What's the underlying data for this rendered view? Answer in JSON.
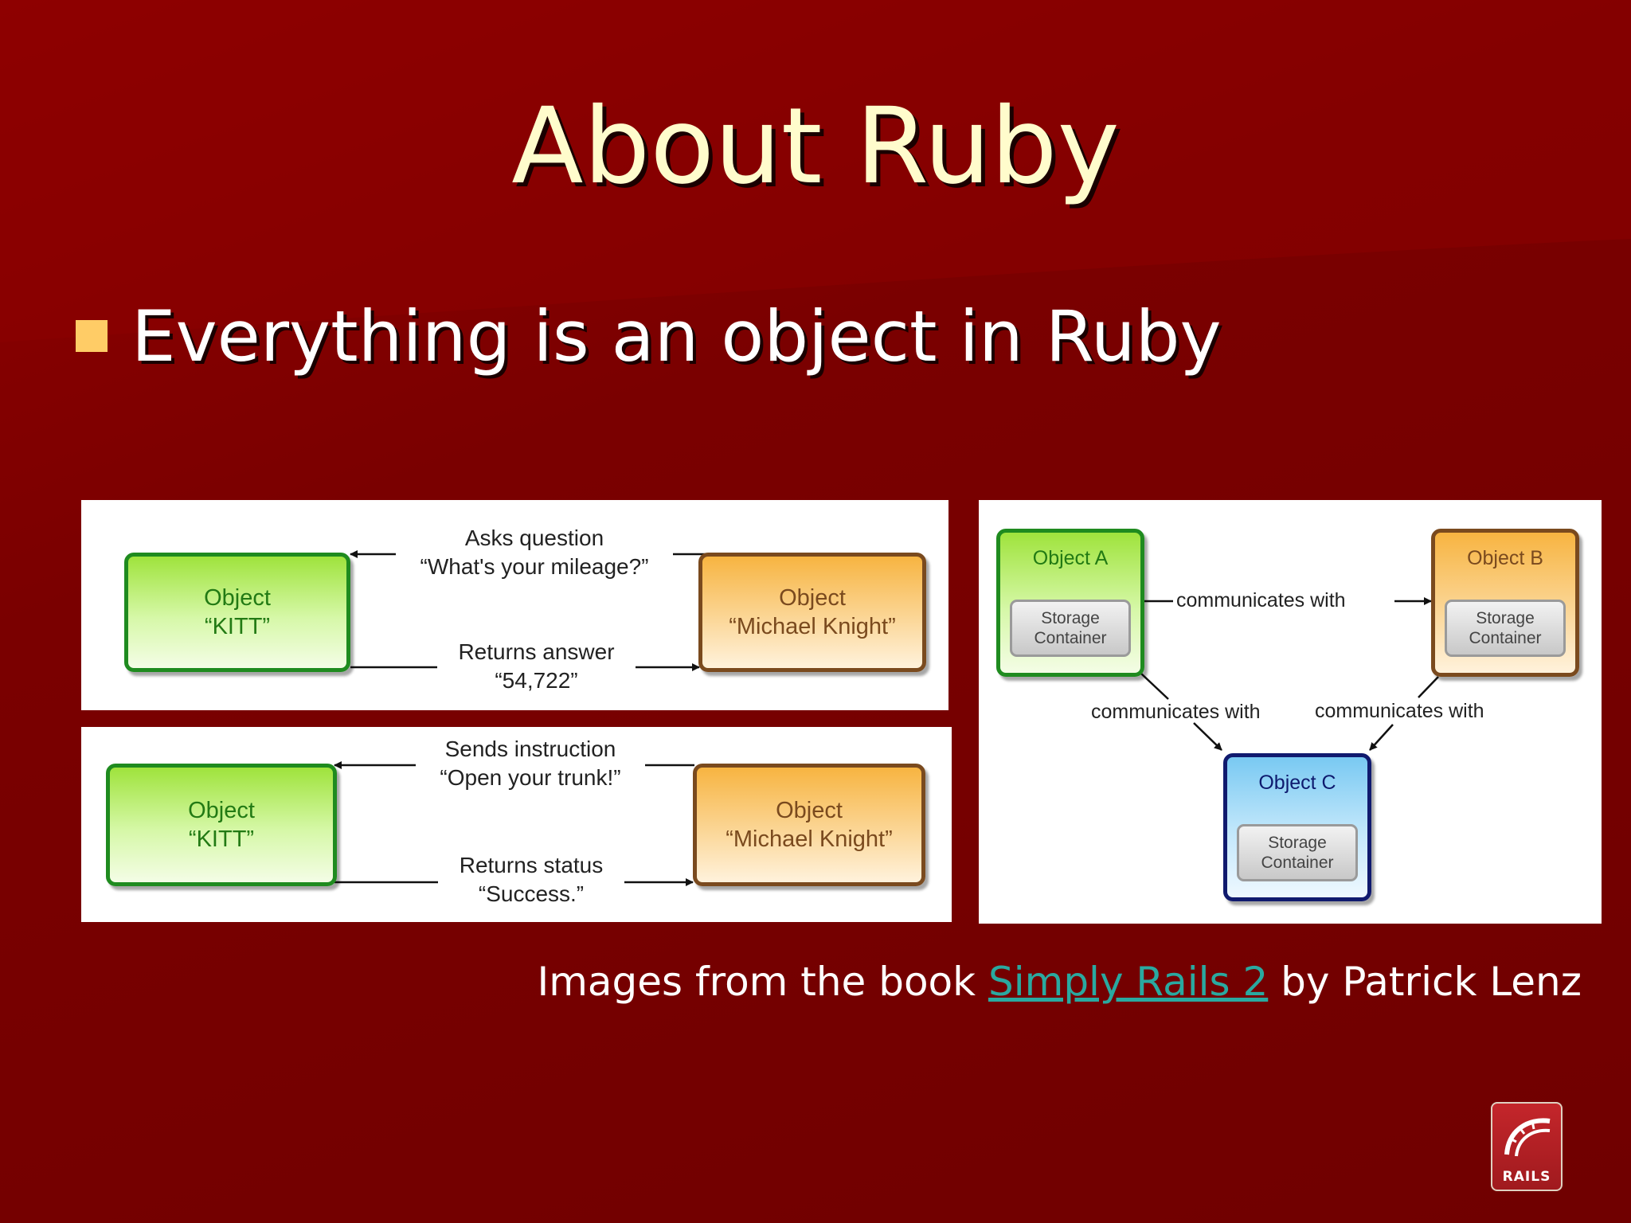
{
  "slide": {
    "title": "About Ruby",
    "bullet": "Everything is an object in Ruby",
    "credit": {
      "prefix": "Images from the book ",
      "link": "Simply Rails 2",
      "suffix": " by Patrick Lenz"
    },
    "logo_text": "RAILS"
  },
  "diagram1": {
    "left_box": [
      "Object",
      "“KITT”"
    ],
    "right_box": [
      "Object",
      "“Michael Knight”"
    ],
    "top_label": [
      "Asks question",
      "“What's your mileage?”"
    ],
    "bottom_label": [
      "Returns answer",
      "“54,722”"
    ]
  },
  "diagram2": {
    "left_box": [
      "Object",
      "“KITT”"
    ],
    "right_box": [
      "Object",
      "“Michael Knight”"
    ],
    "top_label": [
      "Sends instruction",
      "“Open your trunk!”"
    ],
    "bottom_label": [
      "Returns status",
      "“Success.”"
    ]
  },
  "diagram3": {
    "object_a": "Object A",
    "object_b": "Object B",
    "object_c": "Object C",
    "storage": [
      "Storage",
      "Container"
    ],
    "edge_ab": "communicates with",
    "edge_ac": "communicates with",
    "edge_bc": "communicates with"
  },
  "colors": {
    "background": "#7a0000",
    "title": "#fffccc",
    "bullet": "#ffcc66",
    "link": "#2aa9a0"
  }
}
